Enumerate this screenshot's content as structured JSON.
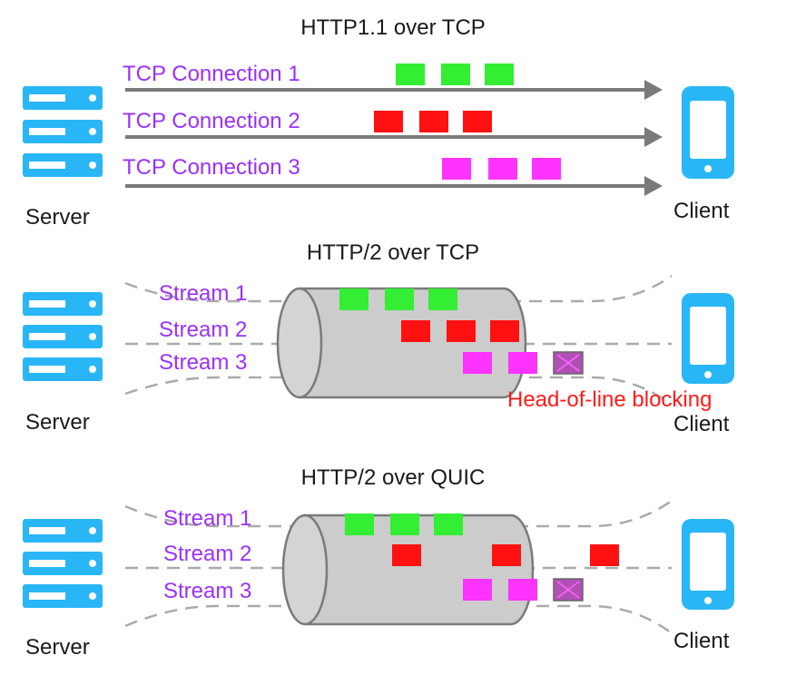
{
  "colors": {
    "server": "#29b6f6",
    "client": "#29b6f6",
    "stream1": "#33ee33",
    "stream2": "#ff1111",
    "stream3": "#ff33ff",
    "blocked": "#b04fb5",
    "label": "#9b30ff",
    "warning": "#ff1a1a",
    "arrow": "#7a7a7a",
    "pipe": "#cccccc"
  },
  "sections": [
    {
      "title": "HTTP1.1 over TCP",
      "server_label": "Server",
      "client_label": "Client",
      "lanes": [
        "TCP Connection 1",
        "TCP Connection 2",
        "TCP Connection 3"
      ],
      "packets": [
        {
          "lane": 0,
          "count": 3
        },
        {
          "lane": 1,
          "count": 3
        },
        {
          "lane": 2,
          "count": 3
        }
      ]
    },
    {
      "title": "HTTP/2 over TCP",
      "server_label": "Server",
      "client_label": "Client",
      "lanes": [
        "Stream 1",
        "Stream 2",
        "Stream 3"
      ],
      "note": "Head-of-line blocking",
      "lost_packet_icon": "lost-packet-x-icon"
    },
    {
      "title": "HTTP/2 over QUIC",
      "server_label": "Server",
      "client_label": "Client",
      "lanes": [
        "Stream 1",
        "Stream 2",
        "Stream 3"
      ],
      "lost_packet_icon": "lost-packet-x-icon"
    }
  ]
}
